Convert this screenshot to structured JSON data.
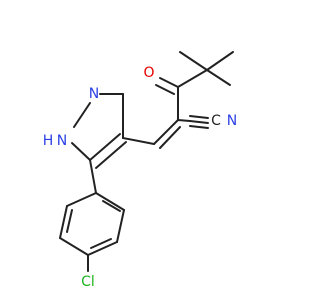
{
  "molecule": {
    "atoms": [
      {
        "id": "N2",
        "text": "N",
        "color": "#2b3fe6"
      },
      {
        "id": "N1",
        "text": "N",
        "color": "#2b3fe6"
      },
      {
        "id": "H1",
        "text": "H",
        "color": "#2b3fe6"
      },
      {
        "id": "O",
        "text": "O",
        "color": "#e60000"
      },
      {
        "id": "N_nitrile",
        "text": "N",
        "color": "#2b3fe6"
      },
      {
        "id": "C_nitrile",
        "text": "C",
        "color": "#222222"
      },
      {
        "id": "Cl",
        "text": "Cl",
        "color": "#1db31d"
      }
    ]
  }
}
